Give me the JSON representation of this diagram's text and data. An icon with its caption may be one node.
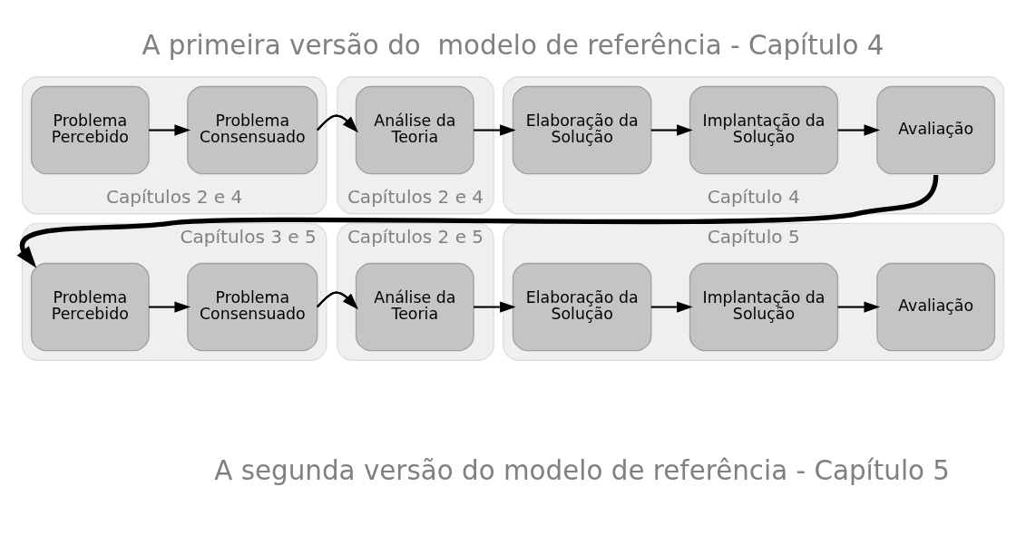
{
  "diagram": {
    "title": "A primeira versão do  modelo de referência - Capítulo 4",
    "caption": "A segunda versão do modelo de referência - Capítulo 5",
    "nodes": [
      {
        "text": [
          "Capítulos 2 e 4"
        ]
      },
      {
        "text": [
          "Problema Percebido"
        ],
        "in": 0
      },
      {
        "text": [
          "Problema Consensuado"
        ],
        "in": 0
      },
      {
        "text": [
          "Capítulos 2 e 4"
        ]
      },
      {
        "text": [
          "Análise da Teoria"
        ],
        "in": 3
      },
      {
        "text": [
          "Capítulo 4"
        ]
      },
      {
        "text": [
          "Elaboração da Solução"
        ],
        "in": 5
      },
      {
        "text": [
          "Implantação da Solução"
        ],
        "in": 5
      },
      {
        "text": [
          "Avaliação"
        ],
        "in": 5
      },
      {
        "text": [
          "Capítulos 3 e 5"
        ]
      },
      {
        "text": [
          "Problema Percebido"
        ],
        "in": 9
      },
      {
        "text": [
          "Problema Consensuado"
        ],
        "in": 9
      },
      {
        "text": [
          "Capítulos 2 e 5"
        ]
      },
      {
        "text": [
          "Análise da Teoria"
        ],
        "in": 12
      },
      {
        "text": [
          "Capítulo 5"
        ]
      },
      {
        "text": [
          "Elaboração da Solução"
        ],
        "in": 14
      },
      {
        "text": [
          "Implantação da Solução"
        ],
        "in": 14
      },
      {
        "text": [
          "Avaliação"
        ],
        "in": 14
      }
    ],
    "edges": [
      {
        "from": 1,
        "to": 2,
        "arrow": "to"
      },
      {
        "from": 2,
        "to": 4,
        "arrow": "to"
      },
      {
        "from": 4,
        "to": 6,
        "arrow": "to"
      },
      {
        "from": 6,
        "to": 7,
        "arrow": "to"
      },
      {
        "from": 7,
        "to": 8,
        "arrow": "to"
      },
      {
        "from": 8,
        "to": 10,
        "arrow": "to",
        "style": "thick"
      },
      {
        "from": 10,
        "to": 11,
        "arrow": "to"
      },
      {
        "from": 11,
        "to": 13,
        "arrow": "to"
      },
      {
        "from": 13,
        "to": 15,
        "arrow": "to"
      },
      {
        "from": 15,
        "to": 16,
        "arrow": "to"
      },
      {
        "from": 16,
        "to": 17,
        "arrow": "to"
      }
    ]
  }
}
